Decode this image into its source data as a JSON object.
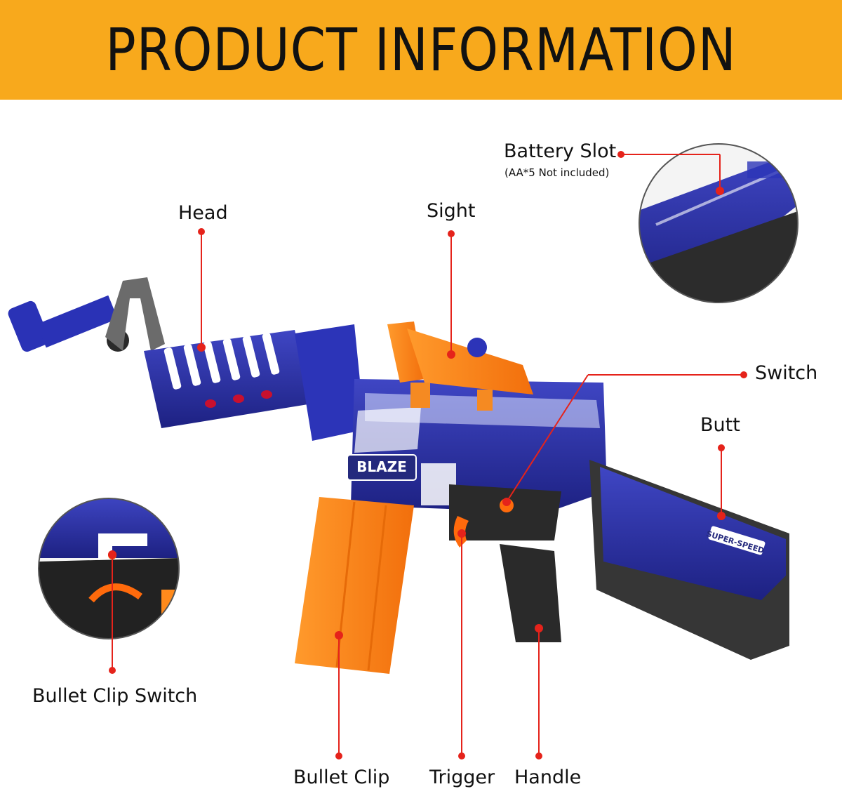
{
  "header": {
    "title": "PRODUCT INFORMATION"
  },
  "colors": {
    "banner": "#f8a91c",
    "gun_blue": "#2b2f9e",
    "gun_orange": "#ff8a1c",
    "callout_red": "#e5231b",
    "grip_black": "#2a2a2a"
  },
  "labels": {
    "head": "Head",
    "sight": "Sight",
    "battery_slot": "Battery Slot",
    "battery_note": "(AA*5 Not included)",
    "switch": "Switch",
    "butt": "Butt",
    "bullet_clip_switch": "Bullet Clip Switch",
    "bullet_clip": "Bullet Clip",
    "trigger": "Trigger",
    "handle": "Handle"
  },
  "gun_text": {
    "brand": "BLAZE",
    "speed_badge": "SUPER-SPEED"
  }
}
